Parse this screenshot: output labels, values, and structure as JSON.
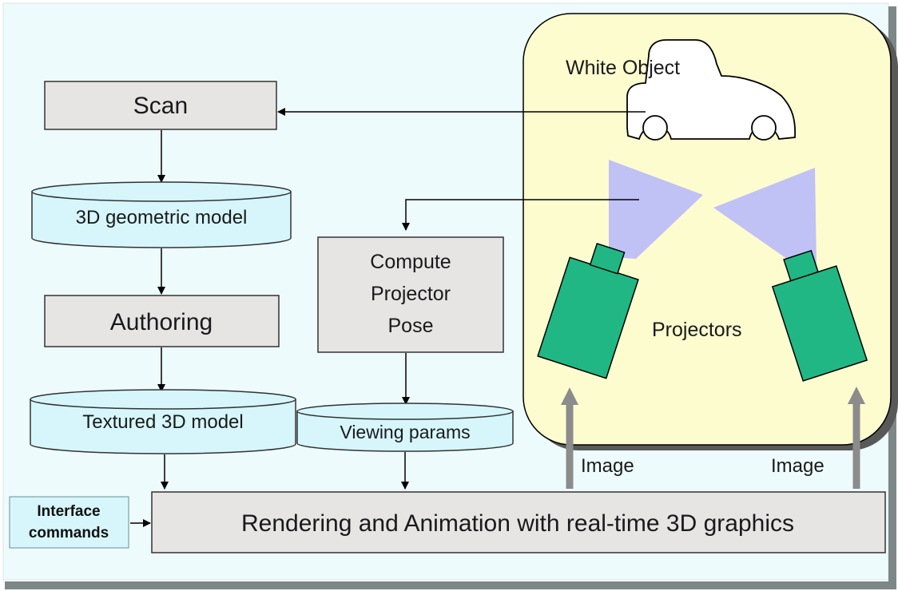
{
  "diagram": {
    "nodes": {
      "scan": "Scan",
      "geometric_model": "3D geometric model",
      "authoring": "Authoring",
      "textured_model": "Textured 3D model",
      "compute_pose": [
        "Compute",
        "Projector",
        "Pose"
      ],
      "viewing_params": "Viewing params",
      "rendering": "Rendering and Animation with real-time 3D graphics",
      "interface_commands": [
        "Interface",
        "commands"
      ],
      "white_object": "White Object",
      "projectors": "Projectors",
      "image_left": "Image",
      "image_right": "Image"
    },
    "colors": {
      "background": "#eefbfd",
      "process_box": "#e7e4e4",
      "datastore": "#d6f6fb",
      "projector_panel": "#fdfccf",
      "projector_body": "#20b785",
      "light_cone": "#c0c1f5",
      "image_arrow": "#8c8c8c"
    },
    "icons": [
      "car-outline-icon",
      "projector-icon",
      "light-cone-icon"
    ]
  }
}
